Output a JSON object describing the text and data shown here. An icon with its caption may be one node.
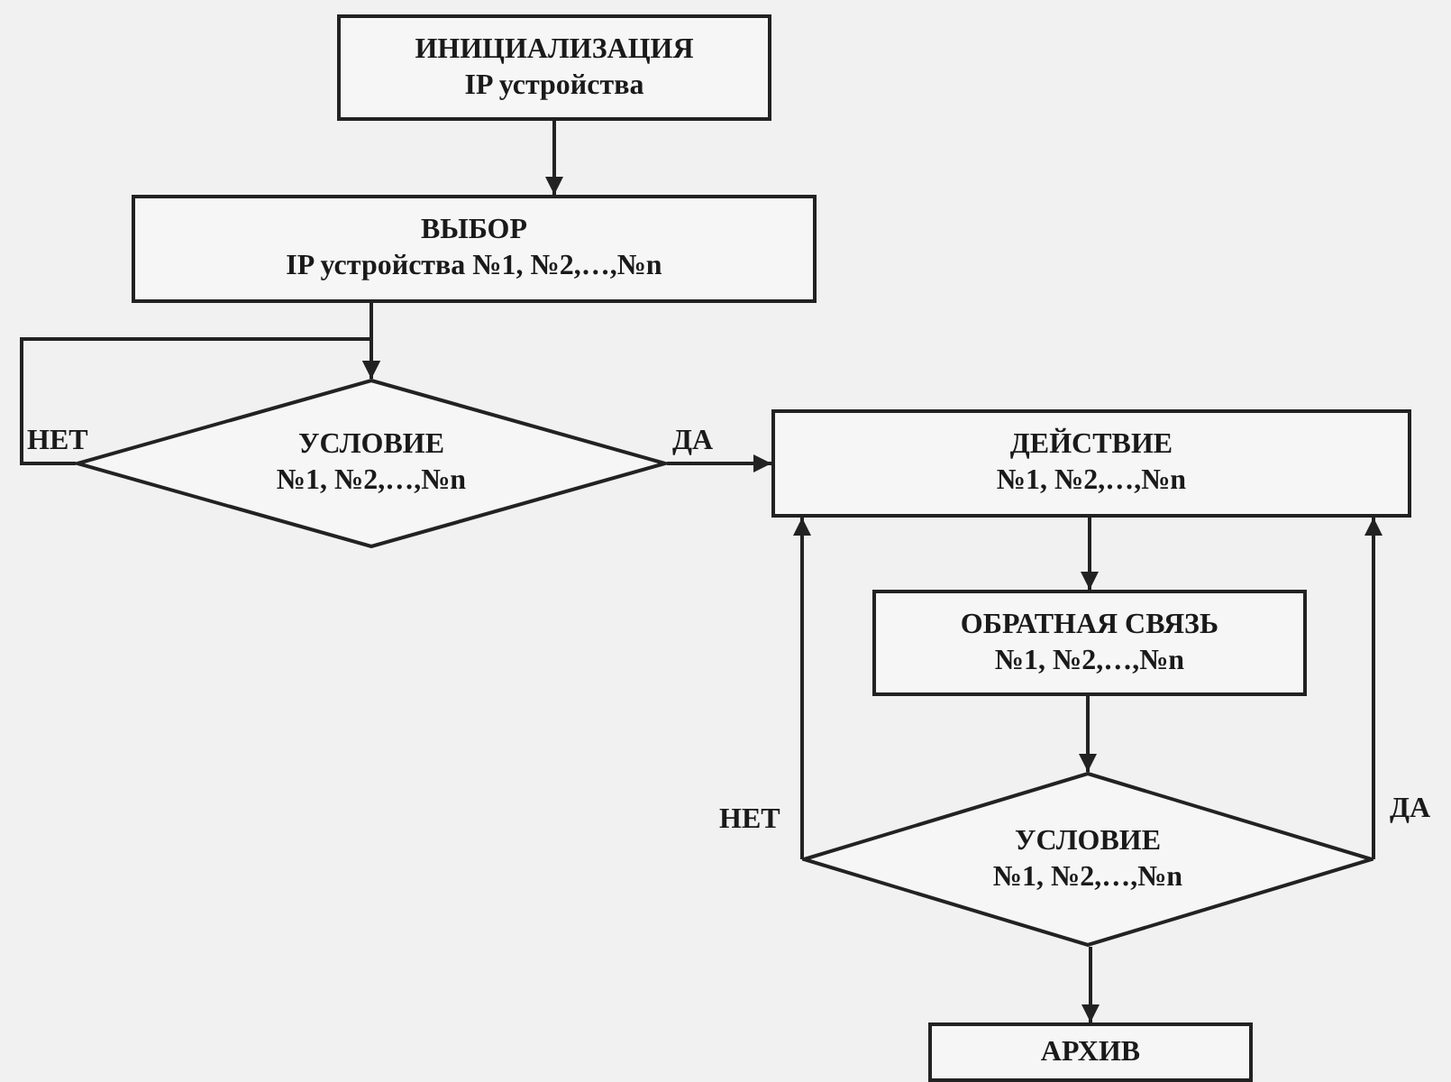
{
  "diagram": {
    "nodes": [
      {
        "text": [
          "ИНИЦИАЛИЗАЦИЯ",
          "IP устройства"
        ]
      },
      {
        "text": [
          "ВЫБОР",
          "IP устройства №1, №2,…,№n"
        ]
      },
      {
        "text": [
          "УСЛОВИЕ",
          "№1, №2,…,№n"
        ]
      },
      {
        "text": [
          "ДЕЙСТВИЕ",
          "№1, №2,…,№n"
        ]
      },
      {
        "text": [
          "ОБРАТНАЯ СВЯЗЬ",
          "№1, №2,…,№n"
        ]
      },
      {
        "text": [
          "УСЛОВИЕ",
          "№1, №2,…,№n"
        ]
      },
      {
        "text": [
          "АРХИВ"
        ]
      }
    ],
    "edges": [
      {
        "from": 0,
        "to": 1,
        "arrow": "to"
      },
      {
        "from": 1,
        "to": 2,
        "arrow": "to"
      },
      {
        "from": 2,
        "to": 2,
        "arrow": "to",
        "label": "НЕТ"
      },
      {
        "from": 2,
        "to": 3,
        "arrow": "to",
        "label": "ДА"
      },
      {
        "from": 3,
        "to": 4,
        "arrow": "to"
      },
      {
        "from": 4,
        "to": 5,
        "arrow": "to"
      },
      {
        "from": 5,
        "to": 3,
        "arrow": "to",
        "label": "НЕТ"
      },
      {
        "from": 5,
        "to": 3,
        "arrow": "to",
        "label": "ДА"
      },
      {
        "from": 5,
        "to": 6,
        "arrow": "to"
      }
    ]
  }
}
